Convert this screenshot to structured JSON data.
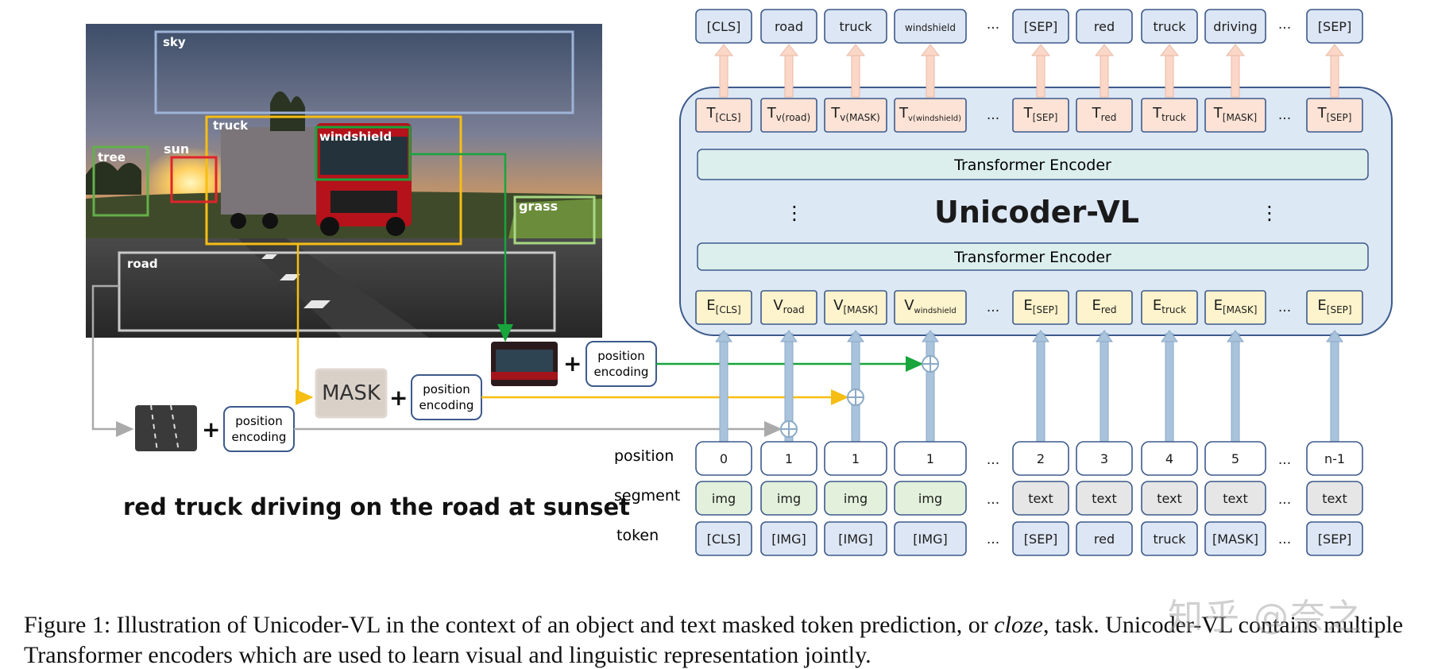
{
  "caption": {
    "prefix": "Figure 1: Illustration of Unicoder-VL in the context of an object and text masked token prediction, or ",
    "cloze": "cloze",
    "suffix": ", task. Unicoder-VL contains multiple Transformer encoders which are used to learn visual and linguistic representation jointly."
  },
  "watermark": "知乎 @奈之",
  "image_regions": [
    "sky",
    "truck",
    "windshield",
    "tree",
    "sun",
    "grass",
    "road"
  ],
  "sentence": "red truck driving on the road at sunset",
  "masked_crop_label": "MASK",
  "position_encoding_label": [
    "position",
    "encoding"
  ],
  "model_title": "Unicoder-VL",
  "encoder_label": "Transformer Encoder",
  "vertical_ellipsis": "⋮",
  "ellipsis": "...",
  "row_labels": {
    "position": "position",
    "segment": "segment",
    "token": "token"
  },
  "columns": [
    {
      "out": "[CLS]",
      "t": "T",
      "ts": "[CLS]",
      "e": "E",
      "es": "[CLS]",
      "pos": "0",
      "seg": "img",
      "tok": "[CLS]"
    },
    {
      "out": "road",
      "t": "T",
      "ts": "v(road)",
      "e": "V",
      "es": "road",
      "pos": "1",
      "seg": "img",
      "tok": "[IMG]"
    },
    {
      "out": "truck",
      "t": "T",
      "ts": "v(MASK)",
      "e": "V",
      "es": "[MASK]",
      "pos": "1",
      "seg": "img",
      "tok": "[IMG]"
    },
    {
      "out": "windshield",
      "t": "T",
      "ts": "v(windshield)",
      "e": "V",
      "es": "windshield",
      "pos": "1",
      "seg": "img",
      "tok": "[IMG]"
    },
    {
      "out": "[SEP]",
      "t": "T",
      "ts": "[SEP]",
      "e": "E",
      "es": "[SEP]",
      "pos": "2",
      "seg": "text",
      "tok": "[SEP]"
    },
    {
      "out": "red",
      "t": "T",
      "ts": "red",
      "e": "E",
      "es": "red",
      "pos": "3",
      "seg": "text",
      "tok": "red"
    },
    {
      "out": "truck",
      "t": "T",
      "ts": "truck",
      "e": "E",
      "es": "truck",
      "pos": "4",
      "seg": "text",
      "tok": "truck"
    },
    {
      "out": "driving",
      "t": "T",
      "ts": "[MASK]",
      "e": "E",
      "es": "[MASK]",
      "pos": "5",
      "seg": "text",
      "tok": "[MASK]"
    },
    {
      "out": "[SEP]",
      "t": "T",
      "ts": "[SEP]",
      "e": "E",
      "es": "[SEP]",
      "pos": "n-1",
      "seg": "text",
      "tok": "[SEP]"
    }
  ],
  "colors": {
    "model_bg": "#dde8f5",
    "model_border": "#3d5a8c",
    "encoder_bg": "#dcefec",
    "t_bg": "#fde3d6",
    "e_bg": "#fdf3cc",
    "token_bg": "#dde6f4",
    "img_seg_bg": "#e3f1dc",
    "text_seg_bg": "#e6e6e6",
    "arrow_shaft": "#a9c3dc",
    "out_arrow": "#fbd7c8",
    "green": "#17a53c",
    "yellow": "#f6bd14",
    "gray": "#aaaaaa",
    "sky_box": "#9db3d8",
    "truck_box": "#f6bd14",
    "windshield_box": "#17a53c",
    "tree_box": "#63b04a",
    "sun_box": "#e0242a",
    "grass_box": "#a8d884",
    "road_box": "#c8c8c8"
  }
}
